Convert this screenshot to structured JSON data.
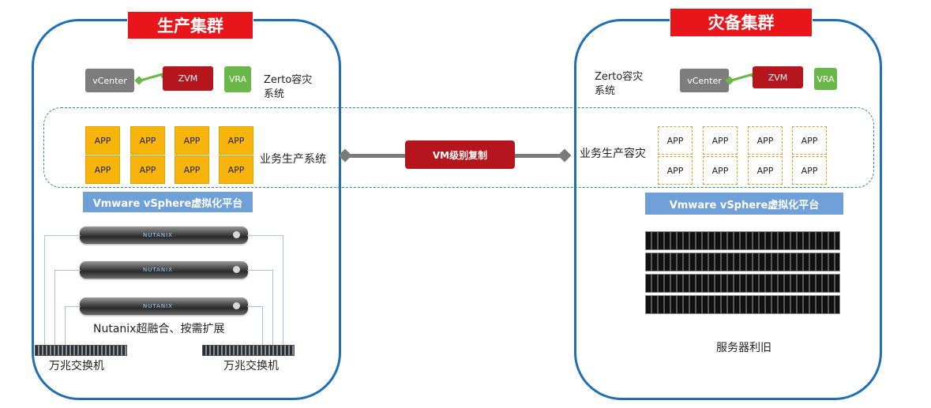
{
  "production": {
    "title": "生产集群",
    "vcenter": "vCenter",
    "zvm": "ZVM",
    "vra": "VRA",
    "zerto_label": "Zerto容灾\n系统",
    "apps": [
      "APP",
      "APP",
      "APP",
      "APP",
      "APP",
      "APP",
      "APP",
      "APP"
    ],
    "system_label": "业务生产系统",
    "platform": "Vmware  vSphere虚拟化平台",
    "nutanix_logo": "NUTANIX",
    "nutanix_label": "Nutanix超融合、按需扩展",
    "switch_left": "万兆交换机",
    "switch_right": "万兆交换机"
  },
  "dr": {
    "title": "灾备集群",
    "vcenter": "vCenter",
    "zvm": "ZVM",
    "vra": "VRA",
    "zerto_label": "Zerto容灾\n系统",
    "apps": [
      "APP",
      "APP",
      "APP",
      "APP",
      "APP",
      "APP",
      "APP",
      "APP"
    ],
    "system_label": "业务生产容灾",
    "platform": "Vmware  vSphere虚拟化平台",
    "server_label": "服务器利旧"
  },
  "replication": {
    "label": "VM级别复制"
  },
  "colors": {
    "cluster_border": "#1f6fb5",
    "banner": "#e8151b",
    "zvm": "#b5151c",
    "vra": "#6bb84a",
    "vcenter": "#7d7d7d",
    "app": "#f7b40a",
    "platform": "#6fa0d8"
  },
  "icons": {
    "server": "server-rack-icon",
    "switch": "network-switch-icon"
  }
}
